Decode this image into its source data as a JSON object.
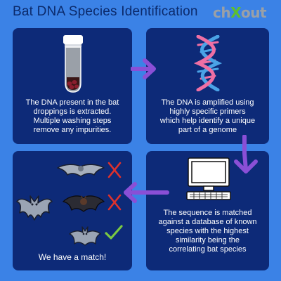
{
  "title": "Bat DNA Species Identification",
  "logo": {
    "part1": "ch",
    "part2": "X",
    "part3": "out"
  },
  "steps": [
    {
      "lines": [
        "The DNA present in the bat",
        "droppings is extracted.",
        "Multiple washing steps",
        "remove any impurities."
      ]
    },
    {
      "lines": [
        "The DNA is amplified using",
        "highly specific primers",
        "which help identify a unique",
        "part of a genome"
      ]
    },
    {
      "lines": [
        "The sequence is matched",
        "against a database of known",
        "species with the highest",
        "similarity being the",
        "correlating bat species"
      ]
    },
    {
      "lines": [
        "We have a match!"
      ]
    }
  ],
  "colors": {
    "background": "#3b82e6",
    "panel": "#0d2a78",
    "arrow": "#8a4fd6",
    "cross": "#e0312b",
    "check": "#7ac943",
    "dna_blue": "#4aa3e6",
    "dna_pink": "#ef6fa4"
  },
  "icons": [
    "test-tube-icon",
    "dna-helix-icon",
    "computer-icon",
    "bat-icon",
    "cross-icon",
    "check-icon",
    "arrow-icon"
  ]
}
